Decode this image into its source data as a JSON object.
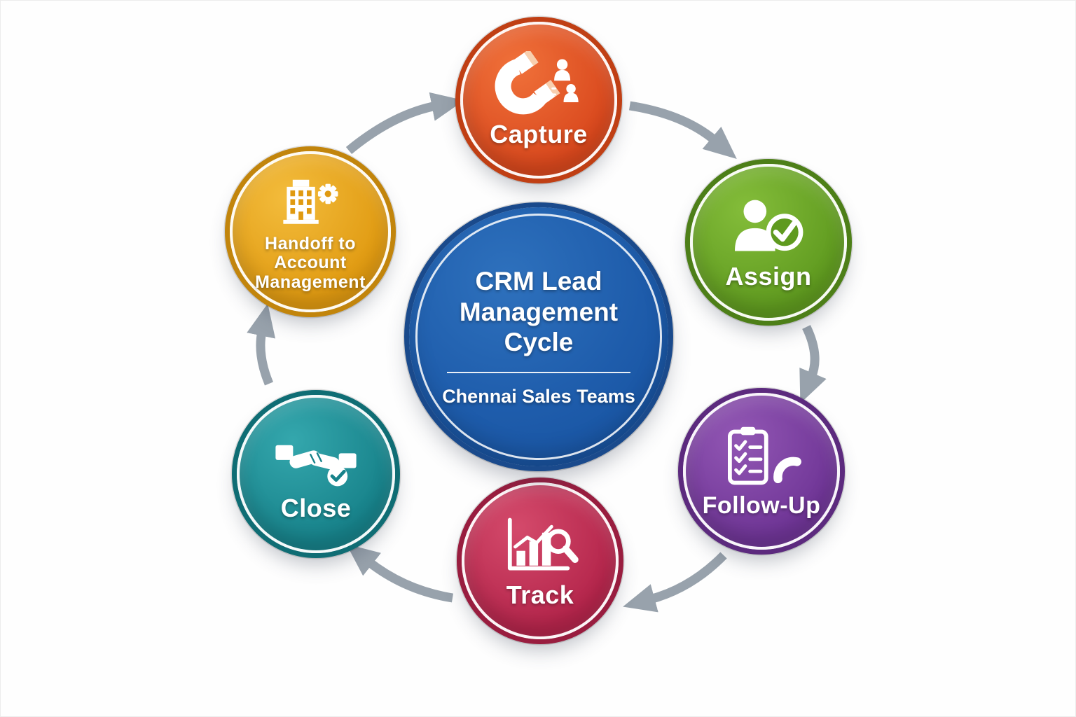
{
  "diagram": {
    "center": {
      "title": "CRM Lead Management Cycle",
      "subtitle": "Chennai Sales Teams",
      "color": "#1e5cab"
    },
    "nodes": [
      {
        "id": "capture",
        "label": "Capture",
        "icon": "magnet-leads-icon",
        "color": "#d9481d"
      },
      {
        "id": "assign",
        "label": "Assign",
        "icon": "user-check-icon",
        "color": "#5f9a1f"
      },
      {
        "id": "follow-up",
        "label": "Follow-Up",
        "icon": "checklist-phone-icon",
        "color": "#6f3596"
      },
      {
        "id": "track",
        "label": "Track",
        "icon": "chart-magnifier-icon",
        "color": "#b4254b"
      },
      {
        "id": "close",
        "label": "Close",
        "icon": "handshake-check-icon",
        "color": "#17828a"
      },
      {
        "id": "handoff",
        "label": "Handoff to Account Management",
        "icon": "building-gear-icon",
        "color": "#e09a11"
      }
    ],
    "flow_order": [
      "Capture",
      "Assign",
      "Follow-Up",
      "Track",
      "Close",
      "Handoff to Account Management"
    ],
    "arrow_color": "#98a2ac"
  }
}
